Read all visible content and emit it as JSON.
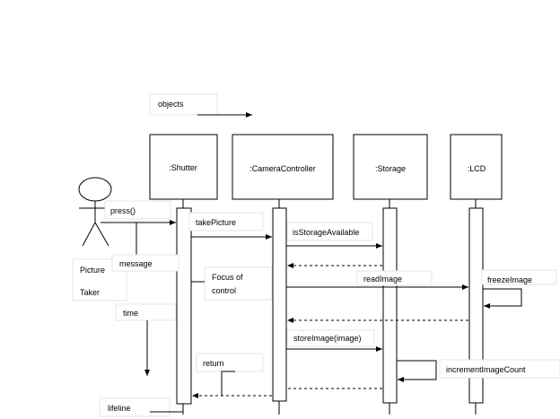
{
  "legend": {
    "objects": "objects"
  },
  "lifelines": [
    {
      "id": "shutter",
      "label": ":Shutter"
    },
    {
      "id": "camera",
      "label": ":CameraController"
    },
    {
      "id": "storage",
      "label": ":Storage"
    },
    {
      "id": "lcd",
      "label": ":LCD"
    }
  ],
  "actor": {
    "line1": "Picture",
    "line2": "Taker"
  },
  "messages": {
    "press": "press()",
    "take_picture": "takePicture",
    "is_storage_available": "isStorageAvailable",
    "read_image": "readImage",
    "freeze_image": "freezeImage",
    "store_image": "storeImage(image)",
    "increment_image_count": "incrementImageCount"
  },
  "annotations": {
    "message": "message",
    "focus_line1": "Focus of",
    "focus_line2": "control",
    "time": "time",
    "return": "return",
    "lifeline": "lifeline"
  }
}
